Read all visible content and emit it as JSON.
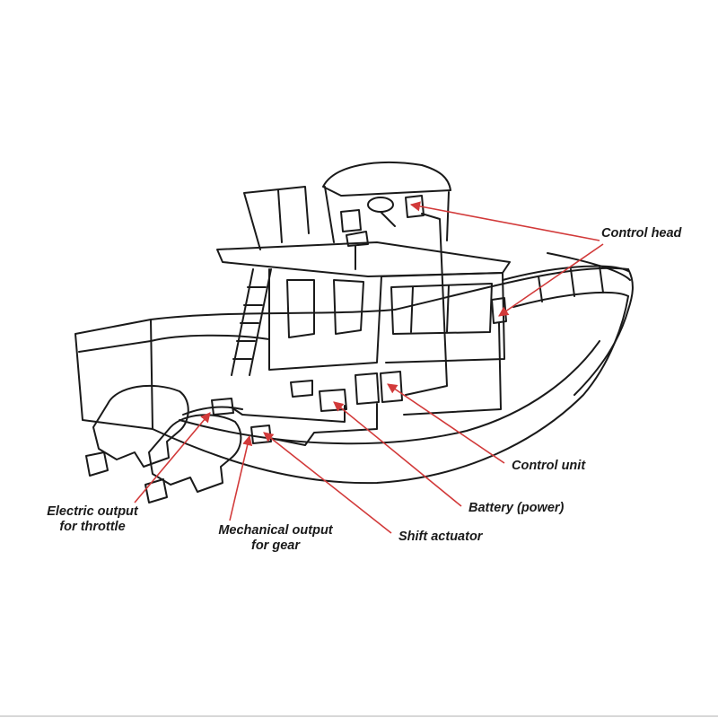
{
  "labels": {
    "control_head": "Control head",
    "control_unit": "Control unit",
    "battery": "Battery (power)",
    "shift_actuator": "Shift actuator",
    "electric_output": [
      "Electric output",
      "for throttle"
    ],
    "mechanical_output": [
      "Mechanical output",
      "for gear"
    ]
  },
  "colors": {
    "line": "#1a1a1a",
    "arrow": "#d23a3a",
    "text": "#1a1a1a"
  }
}
